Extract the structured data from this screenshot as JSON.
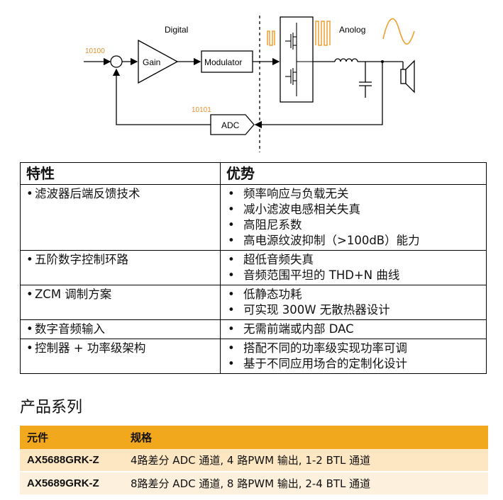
{
  "diagram": {
    "label_digital": "Digital",
    "label_analog": "Anolog",
    "label_input_code": "10100",
    "label_feedback_code": "10101",
    "label_gain": "Gain",
    "label_modulator": "Modulator",
    "label_adc": "ADC",
    "colors": {
      "accent": "#f0a030",
      "line": "#000000"
    }
  },
  "features_table": {
    "header_feature": "特性",
    "header_advantage": "优势",
    "rows": [
      {
        "feature": "滤波器后端反馈技术",
        "advantages": [
          "频率响应与负载无关",
          "减小滤波电感相关失真",
          "高阻尼系数",
          "高电源纹波抑制（>100dB）能力"
        ]
      },
      {
        "feature": "五阶数字控制环路",
        "advantages": [
          "超低音频失真",
          "音频范围平坦的 THD+N 曲线"
        ]
      },
      {
        "feature": "ZCM 调制方案",
        "advantages": [
          "低静态功耗",
          "可实现 300W 无散热器设计"
        ]
      },
      {
        "feature": "数字音频输入",
        "advantages": [
          "无需前端或内部 DAC"
        ]
      },
      {
        "feature": "控制器 + 功率级架构",
        "advantages": [
          "搭配不同的功率级实现功率可调",
          "基于不同应用场合的定制化设计"
        ]
      }
    ]
  },
  "product_series": {
    "title": "产品系列",
    "header_component": "元件",
    "header_spec": "规格",
    "colors": {
      "header": "#f2a81c",
      "row_a": "#fde7c2",
      "row_b": "#fdf0dc"
    },
    "rows": [
      {
        "model": "AX5688GRK-Z",
        "spec": "4路差分 ADC 通道, 4 路PWM 输出, 1-2 BTL 通道"
      },
      {
        "model": "AX5689GRK-Z",
        "spec": "8路差分 ADC 通道, 8 路PWM 输出, 2-4 BTL 通道"
      }
    ]
  }
}
